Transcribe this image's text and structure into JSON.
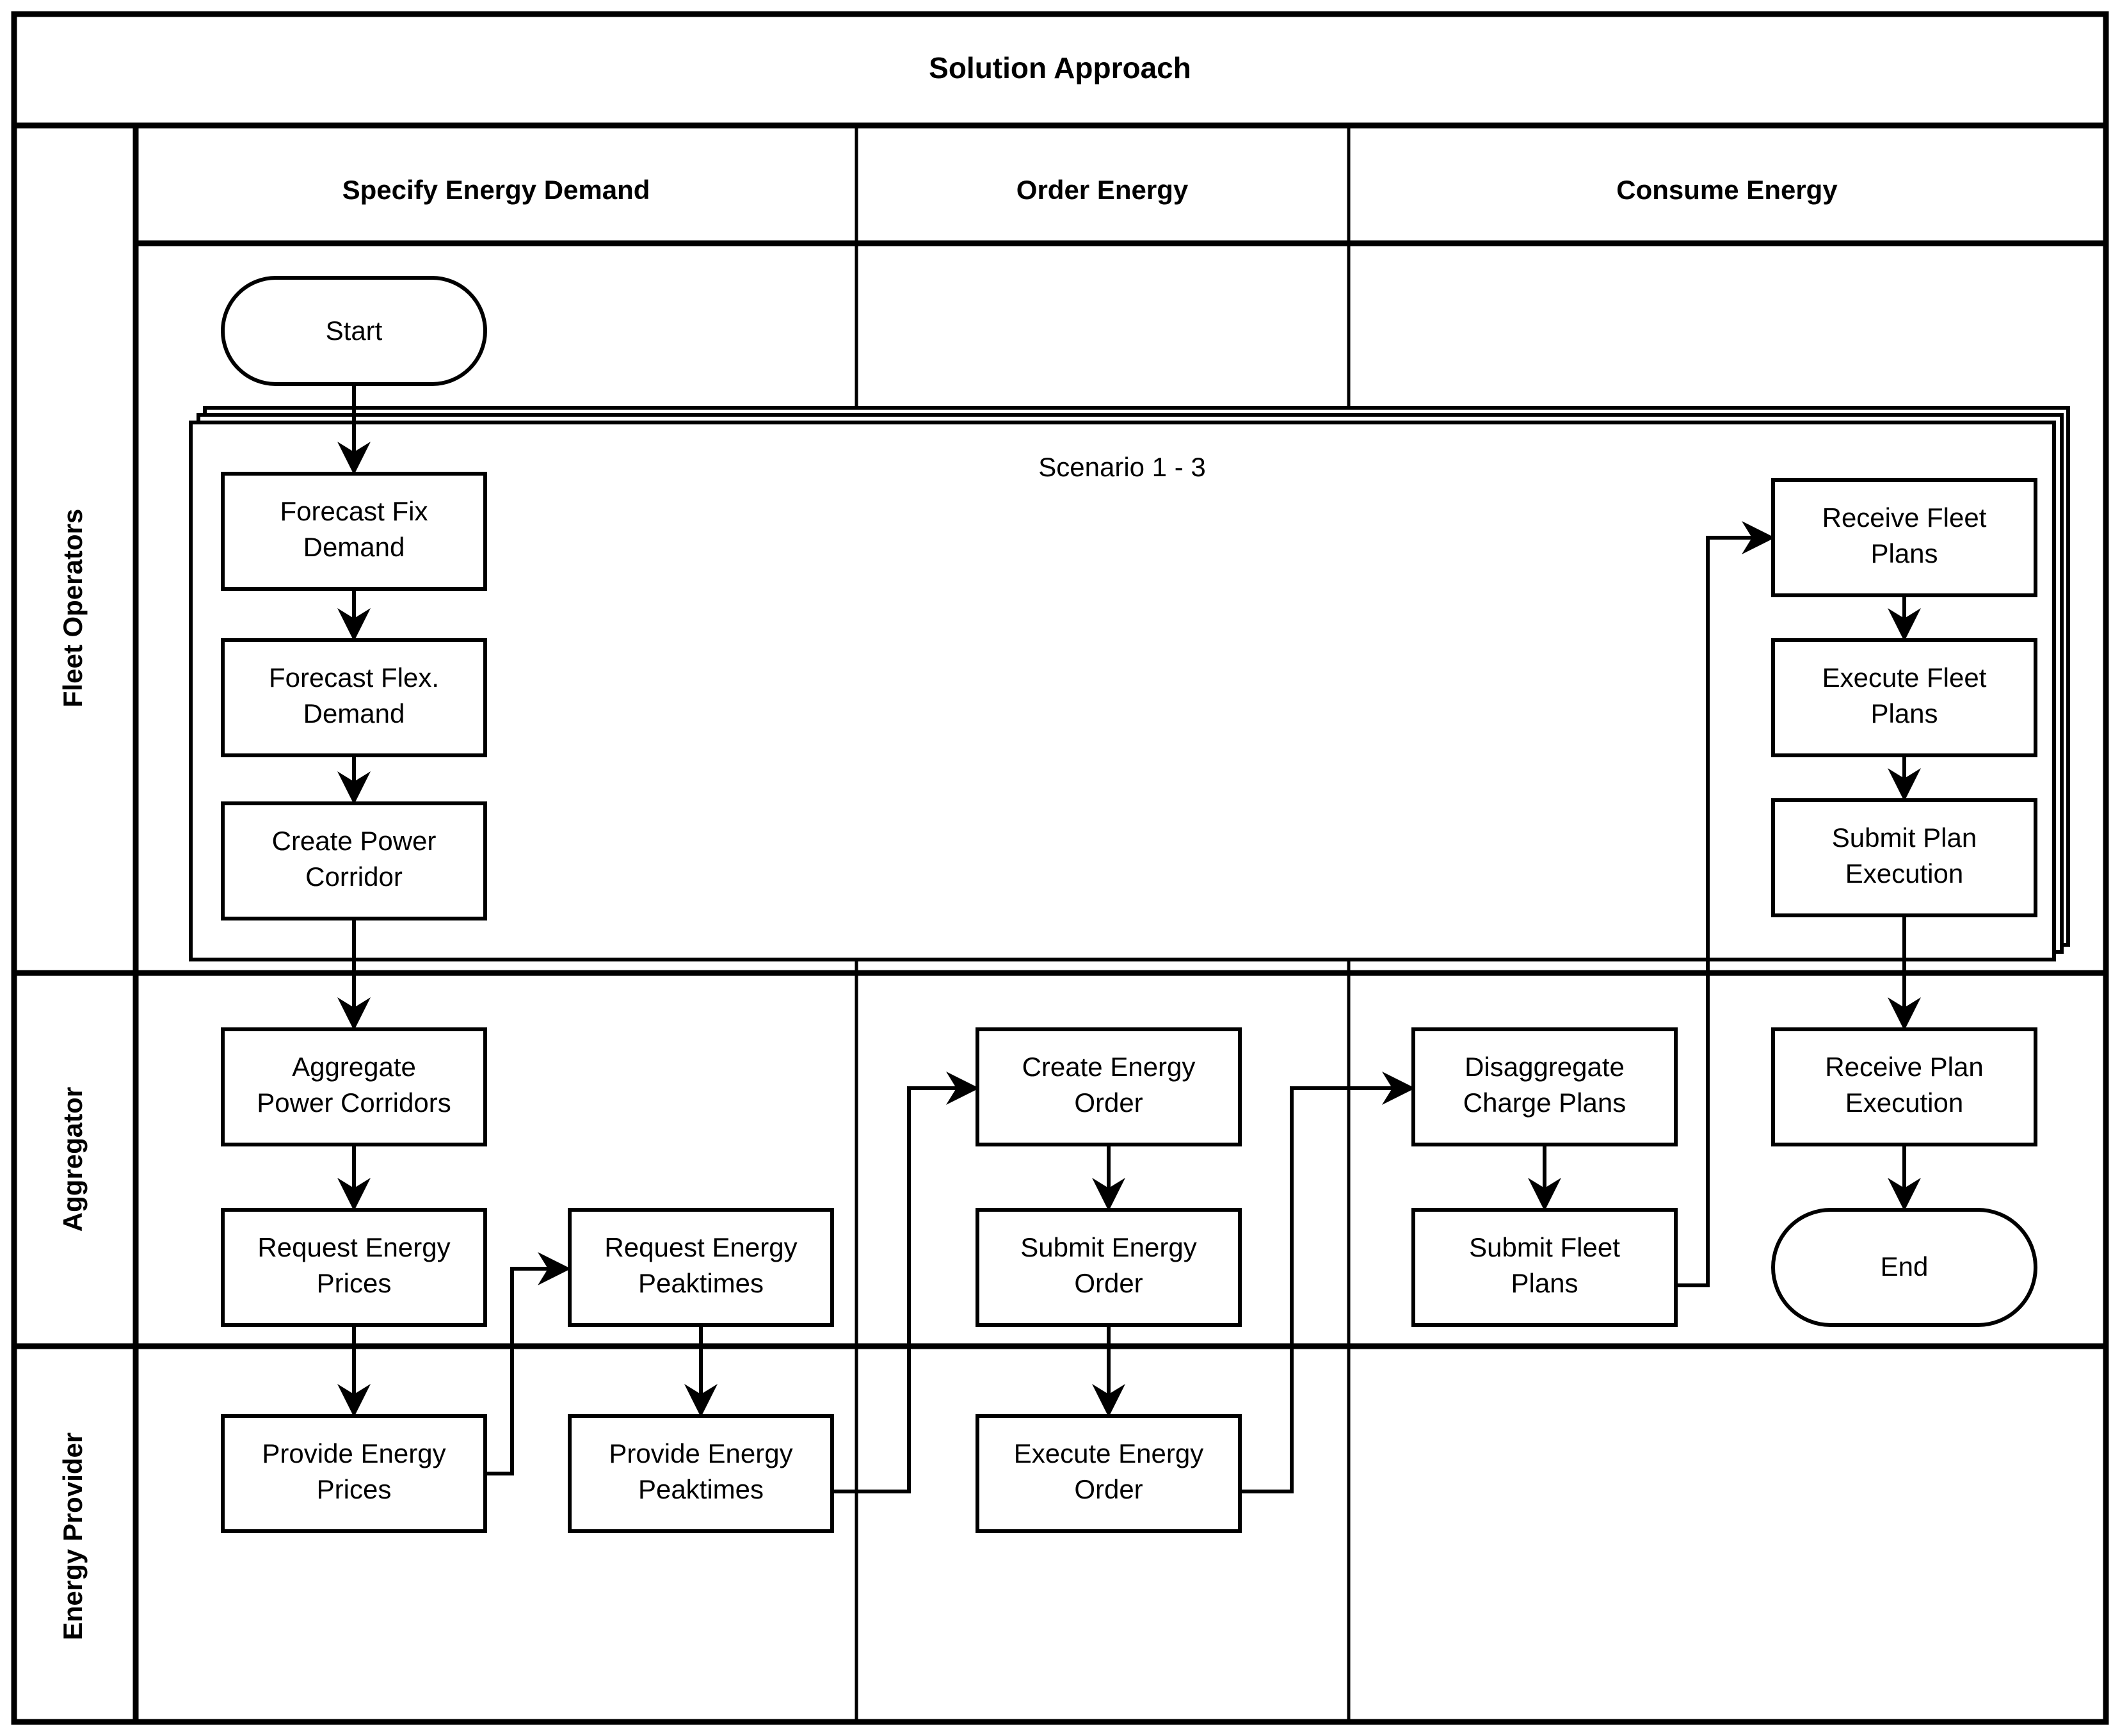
{
  "pool": {
    "title": "Solution Approach"
  },
  "phases": [
    {
      "id": "specify",
      "label": "Specify Energy Demand"
    },
    {
      "id": "order",
      "label": "Order Energy"
    },
    {
      "id": "consume",
      "label": "Consume Energy"
    }
  ],
  "lanes": [
    {
      "id": "fleet-operators",
      "label": "Fleet Operators"
    },
    {
      "id": "aggregator",
      "label": "Aggregator"
    },
    {
      "id": "energy-provider",
      "label": "Energy Provider"
    }
  ],
  "subprocess": {
    "id": "scenario-1-3",
    "label": "Scenario 1 - 3",
    "copies": 3
  },
  "events": [
    {
      "id": "start",
      "label": "Start",
      "type": "start-event",
      "lane": "fleet-operators",
      "phase": "specify"
    },
    {
      "id": "end",
      "label": "End",
      "type": "end-event",
      "lane": "aggregator",
      "phase": "consume"
    }
  ],
  "tasks": [
    {
      "id": "forecast-fix-demand",
      "lane": "fleet-operators",
      "phase": "specify",
      "lines": [
        "Forecast Fix",
        "Demand"
      ]
    },
    {
      "id": "forecast-flex-demand",
      "lane": "fleet-operators",
      "phase": "specify",
      "lines": [
        "Forecast Flex.",
        "Demand"
      ]
    },
    {
      "id": "create-power-corridor",
      "lane": "fleet-operators",
      "phase": "specify",
      "lines": [
        "Create Power",
        "Corridor"
      ]
    },
    {
      "id": "receive-fleet-plans",
      "lane": "fleet-operators",
      "phase": "consume",
      "lines": [
        "Receive Fleet",
        "Plans"
      ]
    },
    {
      "id": "execute-fleet-plans",
      "lane": "fleet-operators",
      "phase": "consume",
      "lines": [
        "Execute Fleet",
        "Plans"
      ]
    },
    {
      "id": "submit-plan-execution",
      "lane": "fleet-operators",
      "phase": "consume",
      "lines": [
        "Submit Plan",
        "Execution"
      ]
    },
    {
      "id": "aggregate-power-corridors",
      "lane": "aggregator",
      "phase": "specify",
      "lines": [
        "Aggregate",
        "Power Corridors"
      ]
    },
    {
      "id": "request-energy-prices",
      "lane": "aggregator",
      "phase": "specify",
      "lines": [
        "Request Energy",
        "Prices"
      ]
    },
    {
      "id": "request-energy-peaktimes",
      "lane": "aggregator",
      "phase": "specify",
      "lines": [
        "Request Energy",
        "Peaktimes"
      ]
    },
    {
      "id": "create-energy-order",
      "lane": "aggregator",
      "phase": "order",
      "lines": [
        "Create Energy",
        "Order"
      ]
    },
    {
      "id": "submit-energy-order",
      "lane": "aggregator",
      "phase": "order",
      "lines": [
        "Submit Energy",
        "Order"
      ]
    },
    {
      "id": "disaggregate-charge-plans",
      "lane": "aggregator",
      "phase": "consume",
      "lines": [
        "Disaggregate",
        "Charge Plans"
      ]
    },
    {
      "id": "submit-fleet-plans",
      "lane": "aggregator",
      "phase": "consume",
      "lines": [
        "Submit Fleet",
        "Plans"
      ]
    },
    {
      "id": "receive-plan-execution",
      "lane": "aggregator",
      "phase": "consume",
      "lines": [
        "Receive Plan",
        "Execution"
      ]
    },
    {
      "id": "provide-energy-prices",
      "lane": "energy-provider",
      "phase": "specify",
      "lines": [
        "Provide Energy",
        "Prices"
      ]
    },
    {
      "id": "provide-energy-peaktimes",
      "lane": "energy-provider",
      "phase": "specify",
      "lines": [
        "Provide Energy",
        "Peaktimes"
      ]
    },
    {
      "id": "execute-energy-order",
      "lane": "energy-provider",
      "phase": "order",
      "lines": [
        "Execute Energy",
        "Order"
      ]
    }
  ],
  "flows": [
    {
      "from": "start",
      "to": "forecast-fix-demand"
    },
    {
      "from": "forecast-fix-demand",
      "to": "forecast-flex-demand"
    },
    {
      "from": "forecast-flex-demand",
      "to": "create-power-corridor"
    },
    {
      "from": "create-power-corridor",
      "to": "aggregate-power-corridors"
    },
    {
      "from": "aggregate-power-corridors",
      "to": "request-energy-prices"
    },
    {
      "from": "request-energy-prices",
      "to": "provide-energy-prices"
    },
    {
      "from": "provide-energy-prices",
      "to": "request-energy-peaktimes"
    },
    {
      "from": "request-energy-peaktimes",
      "to": "provide-energy-peaktimes"
    },
    {
      "from": "provide-energy-peaktimes",
      "to": "create-energy-order"
    },
    {
      "from": "create-energy-order",
      "to": "submit-energy-order"
    },
    {
      "from": "submit-energy-order",
      "to": "execute-energy-order"
    },
    {
      "from": "execute-energy-order",
      "to": "disaggregate-charge-plans"
    },
    {
      "from": "disaggregate-charge-plans",
      "to": "submit-fleet-plans"
    },
    {
      "from": "submit-fleet-plans",
      "to": "receive-fleet-plans"
    },
    {
      "from": "receive-fleet-plans",
      "to": "execute-fleet-plans"
    },
    {
      "from": "execute-fleet-plans",
      "to": "submit-plan-execution"
    },
    {
      "from": "submit-plan-execution",
      "to": "receive-plan-execution"
    },
    {
      "from": "receive-plan-execution",
      "to": "end"
    }
  ],
  "colors": {
    "stroke": "#000000",
    "fill": "#ffffff"
  }
}
